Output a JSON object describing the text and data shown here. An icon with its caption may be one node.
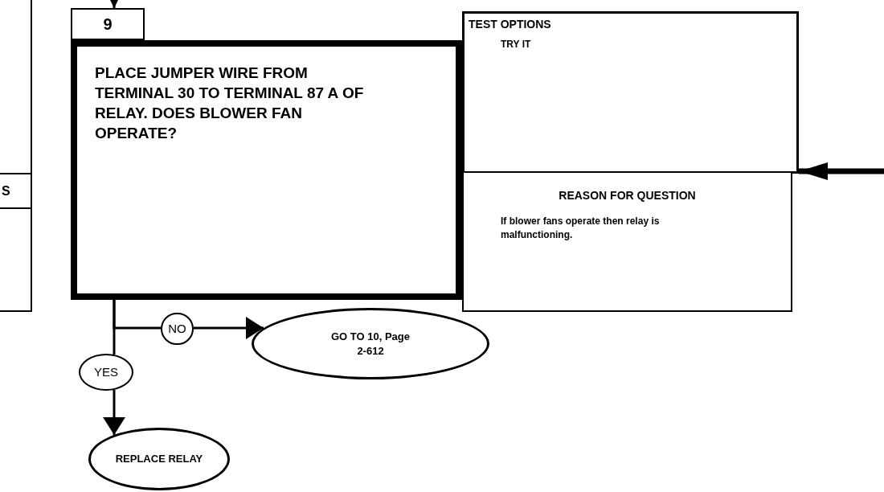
{
  "diagram": {
    "nodes": [
      {
        "text": [
          "S"
        ]
      },
      {
        "text": [
          "9"
        ]
      },
      {
        "text": [
          "PLACE JUMPER WIRE FROM TERMINAL 30 TO TERMINAL 87 A OF RELAY. DOES BLOWER FAN OPERATE?"
        ]
      },
      {
        "text": [
          "TEST OPTIONS",
          "TRY IT"
        ]
      },
      {
        "text": [
          "REASON FOR QUESTION",
          "If blower fans operate then relay is malfunctioning."
        ]
      },
      {
        "text": [
          "NO"
        ]
      },
      {
        "text": [
          "GO TO 10, Page 2-612"
        ]
      },
      {
        "text": [
          "YES"
        ]
      },
      {
        "text": [
          "REPLACE RELAY"
        ]
      }
    ],
    "edges": [
      {
        "from": null,
        "to": 1,
        "arrow": "to"
      },
      {
        "from": null,
        "to": 3,
        "arrow": "to",
        "style": "thick"
      },
      {
        "from": 2,
        "to": 5,
        "arrow": "none"
      },
      {
        "from": 5,
        "to": 6,
        "arrow": "to"
      },
      {
        "from": 2,
        "to": 7,
        "arrow": "none"
      },
      {
        "from": 7,
        "to": 8,
        "arrow": "to"
      }
    ]
  }
}
